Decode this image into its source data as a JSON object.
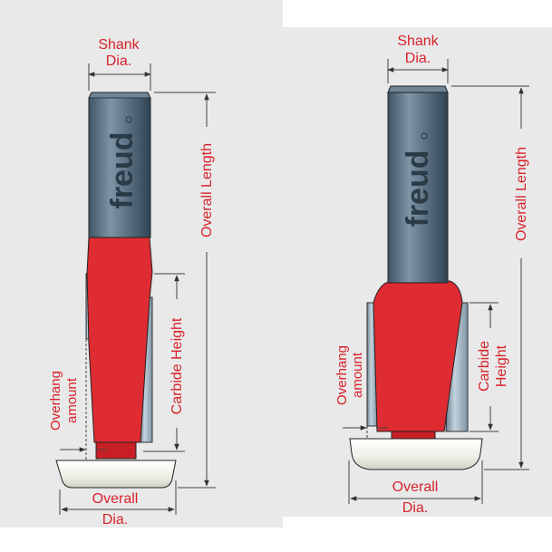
{
  "colors": {
    "panel_bg": "#e9e9ea",
    "label_red": "#d8232a",
    "bit_red": "#df2b32",
    "shank_steel": "#5e7486",
    "carbide_steel": "#8ea3b3",
    "bearing": "#eeede4"
  },
  "left_bit": {
    "shank_dia_line1": "Shank",
    "shank_dia_line2": "Dia.",
    "overall_length": "Overall Length",
    "carbide_height": "Carbide Height",
    "overhang_line1": "Overhang",
    "overhang_line2": "amount",
    "overall_dia_line1": "Overall",
    "overall_dia_line2": "Dia.",
    "brand": "freud"
  },
  "right_bit": {
    "shank_dia_line1": "Shank",
    "shank_dia_line2": "Dia.",
    "overall_length": "Overall Length",
    "carbide_height_line1": "Carbide",
    "carbide_height_line2": "Height",
    "overhang_line1": "Overhang",
    "overhang_line2": "amount",
    "overall_dia_line1": "Overall",
    "overall_dia_line2": "Dia.",
    "brand": "freud"
  }
}
